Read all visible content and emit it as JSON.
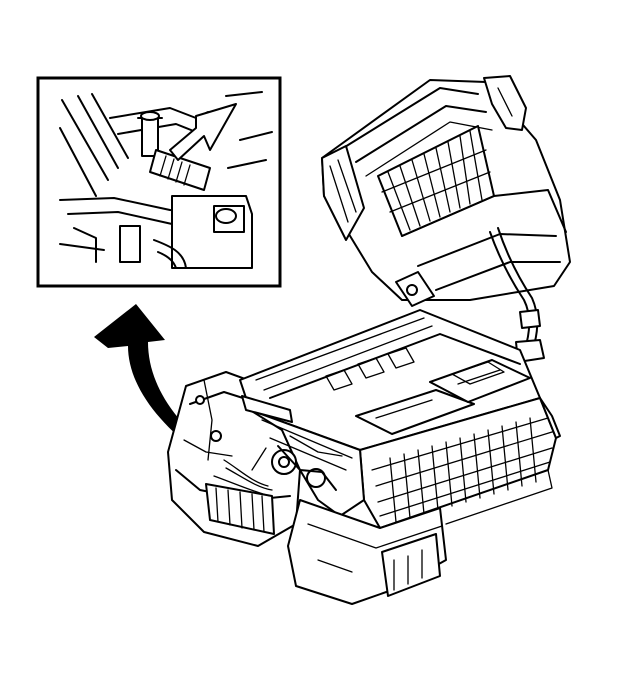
{
  "figure": {
    "kind": "technical line illustration",
    "subject": "hvac-module-assembly",
    "inset": "detail-callout",
    "pointer": "curved-arrow",
    "colors": {
      "line": "#000000",
      "background": "#ffffff"
    }
  }
}
